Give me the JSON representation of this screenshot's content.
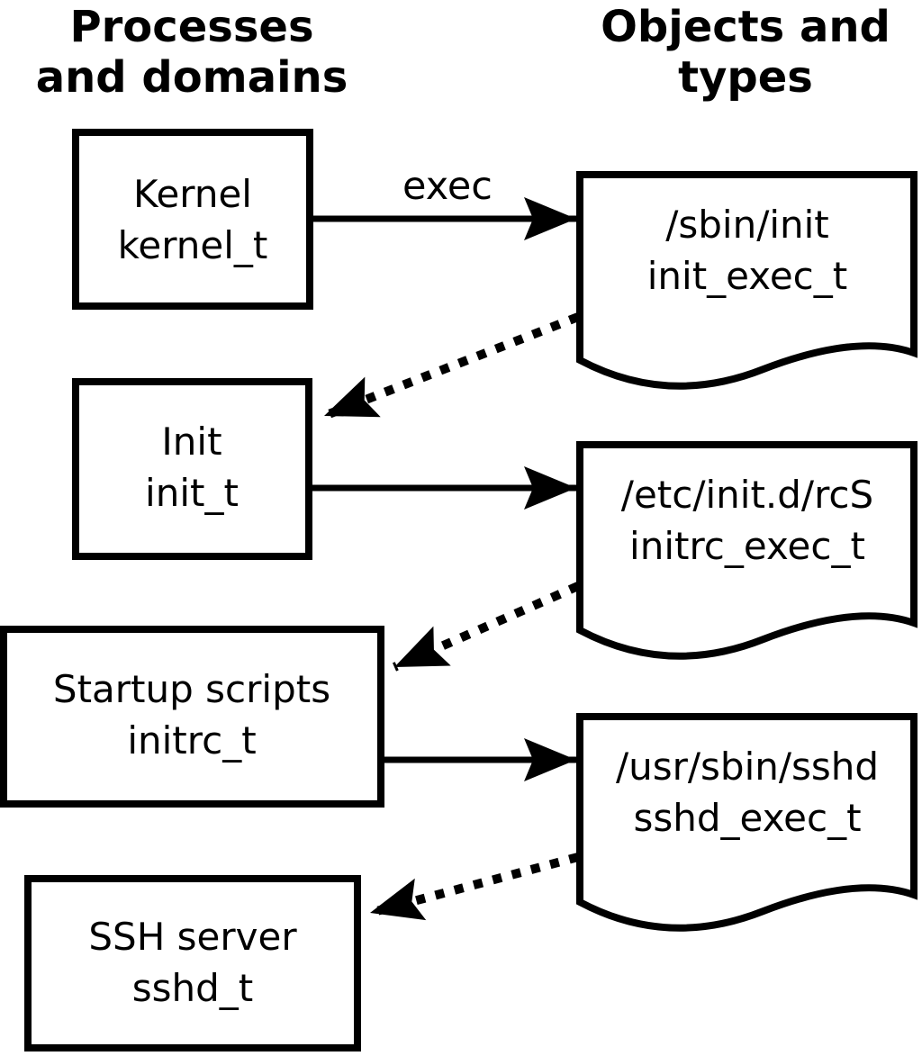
{
  "diagram": {
    "left_column_header": {
      "line1": "Processes",
      "line2": "and domains"
    },
    "right_column_header": {
      "line1": "Objects and",
      "line2": "types"
    },
    "process_boxes": [
      {
        "name": "Kernel",
        "type": "kernel_t"
      },
      {
        "name": "Init",
        "type": "init_t"
      },
      {
        "name": "Startup scripts",
        "type": "initrc_t"
      },
      {
        "name": "SSH server",
        "type": "sshd_t"
      }
    ],
    "object_docs": [
      {
        "path": "/sbin/init",
        "type": "init_exec_t"
      },
      {
        "path": "/etc/init.d/rcS",
        "type": "initrc_exec_t"
      },
      {
        "path": "/usr/sbin/sshd",
        "type": "sshd_exec_t"
      }
    ],
    "arrow_labels": {
      "exec": "exec"
    },
    "colors": {
      "stroke": "#000000",
      "background": "#ffffff"
    }
  }
}
